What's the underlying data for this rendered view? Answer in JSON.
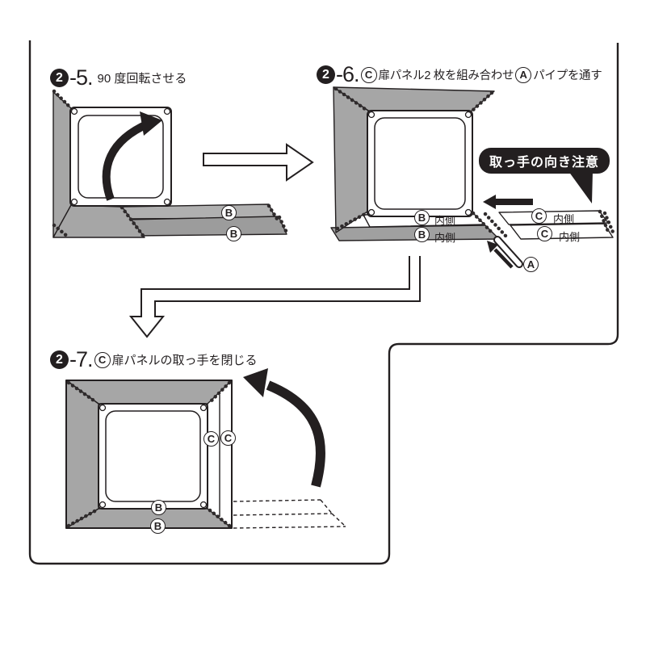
{
  "colors": {
    "ink": "#231f20",
    "panel_gray": "#a6a6a6",
    "panel_gray_light": "#b0b0b0",
    "panel_gray_dark": "#9c9c9c",
    "callout_bg": "#231f20",
    "paper": "#ffffff"
  },
  "step25": {
    "badge": "2",
    "num": "-5.",
    "title": "90 度回転させる"
  },
  "step26": {
    "badge": "2",
    "num": "-6.",
    "t1": "扉パネル2 枚を組み合わせ",
    "t2": "パイプを通す"
  },
  "step27": {
    "badge": "2",
    "num": "-7.",
    "t1": "扉パネルの取っ手を閉じる"
  },
  "callout": {
    "text": "取っ手の向き注意"
  },
  "parts": {
    "a": "A",
    "b": "B",
    "c": "C"
  },
  "inside_label": "内側"
}
